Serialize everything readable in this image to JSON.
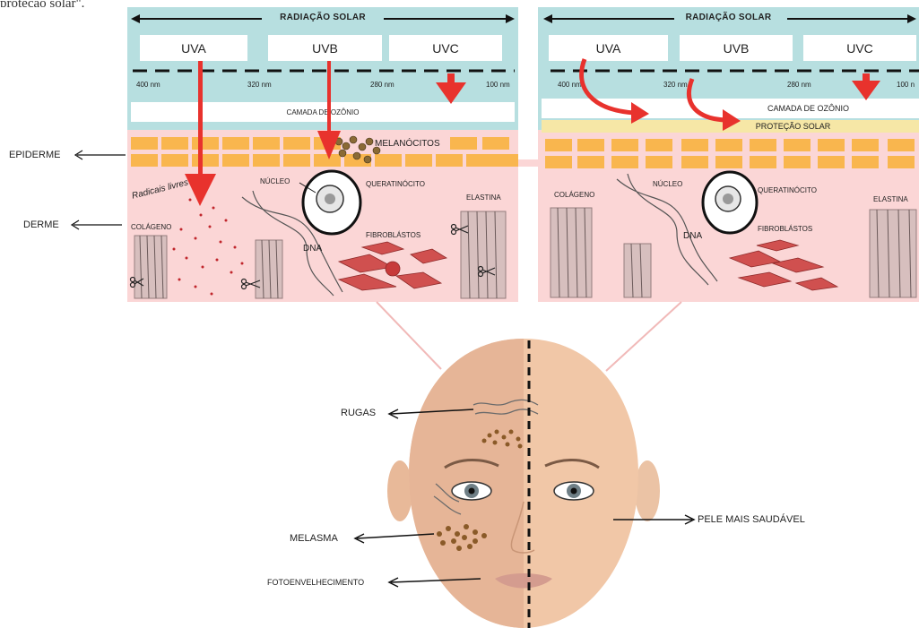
{
  "caption_fragment": "proteção solar\".",
  "left_panel": {
    "radiation_title": "RADIAÇÃO SOLAR",
    "rays": [
      "UVA",
      "UVB",
      "UVC"
    ],
    "wavelengths": [
      "400 nm",
      "320 nm",
      "280 nm",
      "100 nm"
    ],
    "ozone_label": "CAMADA DE OZÔNIO",
    "labels": {
      "melanocytes": "MELANÓCITOS",
      "nucleus": "NÚCLEO",
      "keratinocyte": "QUERATINÓCITO",
      "free_radicals": "Radicais livres",
      "collagen": "COLÁGENO",
      "dna": "DNA",
      "fibroblasts": "FIBROBLÁSTOS",
      "elastin": "ELASTINA"
    }
  },
  "right_panel": {
    "radiation_title": "RADIAÇÃO SOLAR",
    "rays": [
      "UVA",
      "UVB",
      "UVC"
    ],
    "wavelengths": [
      "400 nm",
      "320 nm",
      "280 nm",
      "100 n"
    ],
    "ozone_label": "CAMADA DE OZÔNIO",
    "sun_protection_label": "PROTEÇÃO SOLAR",
    "labels": {
      "collagen": "COLÁGENO",
      "nucleus": "NÚCLEO",
      "keratinocyte": "QUERATINÓCITO",
      "elastin": "ELASTINA",
      "dna": "DNA",
      "fibroblasts": "FIBROBLÁSTOS"
    }
  },
  "skin_layers": {
    "epidermis": "EPIDERME",
    "dermis": "DERME"
  },
  "face_labels": {
    "wrinkles": "RUGAS",
    "melasma": "MELASMA",
    "photoaging": "FOTOENVELHECIMENTO",
    "healthier_skin": "PELE MAIS SAUDÁVEL"
  },
  "colors": {
    "sky": "#b7dfe0",
    "dermis": "#fbd6d6",
    "epidermis_cells": "#f9b64e",
    "uv_arrow": "#e8322d",
    "sun_protection": "#f6e7a6",
    "skin": "#f1c7a7"
  }
}
